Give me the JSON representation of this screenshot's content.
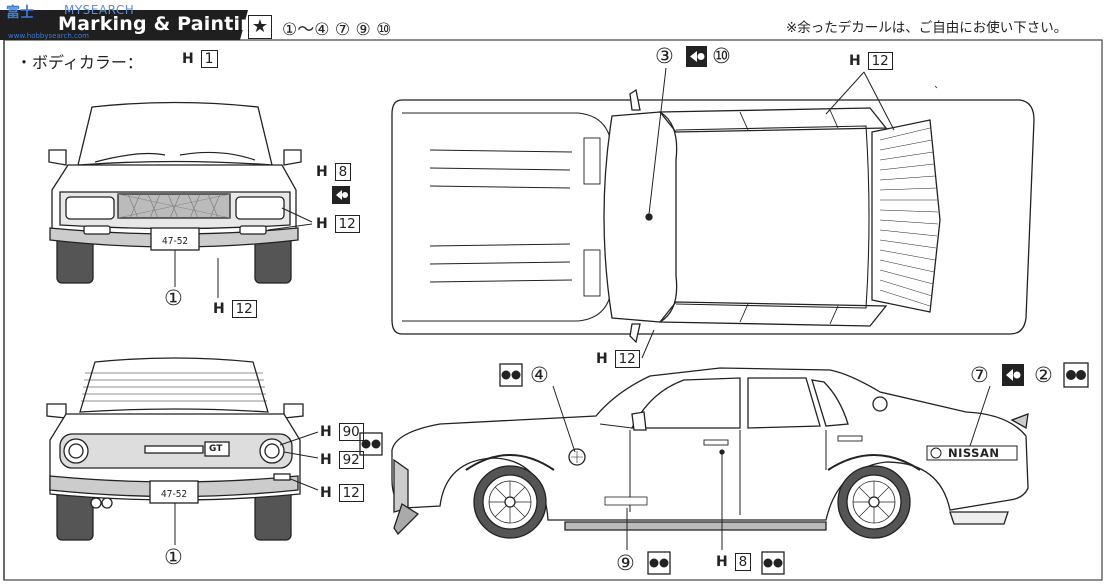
{
  "header": {
    "title": "Marking & Painting",
    "watermark_logo": "富士",
    "watermark_site": "MYSEARCH",
    "watermark_url": "www.hobbysearch.com",
    "star_symbol": "★",
    "decal_range": "①～④ ⑦ ⑨ ⑩",
    "note": "※余ったデカールは、ご自由にお使い下さい。"
  },
  "body_color": {
    "label": "・ボディカラー：",
    "prefix": "H",
    "number": "1"
  },
  "front_view": {
    "plate": "47-52",
    "callouts": [
      {
        "prefix": "H",
        "number": "8"
      },
      {
        "prefix": "H",
        "number": "12"
      },
      {
        "prefix": "H",
        "number": "12"
      }
    ],
    "decal_number": "①"
  },
  "rear_view": {
    "plate": "47-52",
    "emblem": "GT",
    "callouts": [
      {
        "prefix": "H",
        "number": "90"
      },
      {
        "prefix": "H",
        "number": "92"
      },
      {
        "prefix": "H",
        "number": "12"
      }
    ],
    "decal_number": "①"
  },
  "top_view": {
    "decal_number_a": "③",
    "decal_number_b": "⑩",
    "callouts": [
      {
        "prefix": "H",
        "number": "12"
      },
      {
        "prefix": "H",
        "number": "12"
      }
    ]
  },
  "side_view": {
    "decal_4": "④",
    "decal_7": "⑦",
    "decal_2": "②",
    "decal_9": "⑨",
    "nissan_text": "NISSAN",
    "callouts": [
      {
        "prefix": "H",
        "number": "8"
      }
    ]
  }
}
